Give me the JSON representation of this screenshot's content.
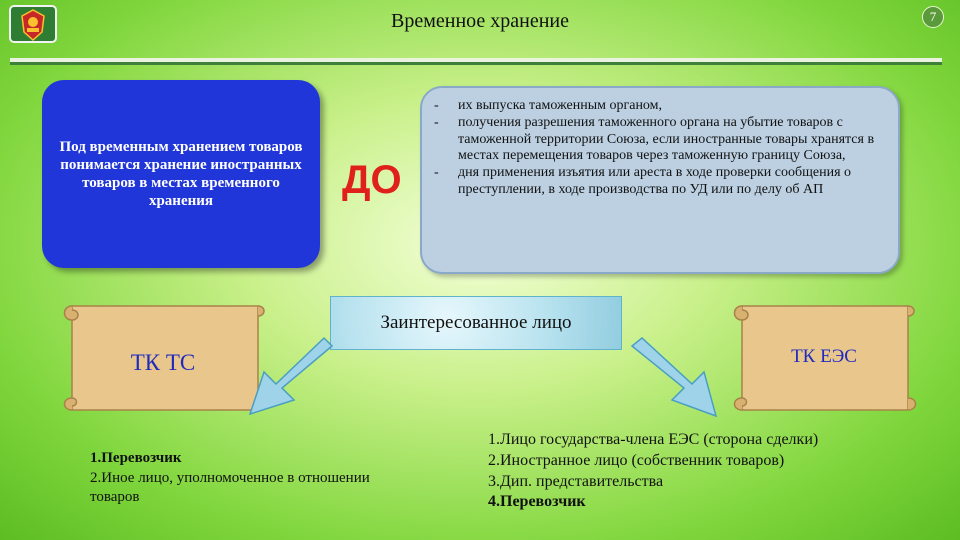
{
  "slide": {
    "title": "Временное хранение",
    "page_number": "7"
  },
  "definition": {
    "text": "Под временным хранением товаров понимается хранение иностранных товаров в местах временного хранения"
  },
  "until_label": "ДО",
  "conditions": {
    "dash": "-",
    "items": [
      "их выпуска таможенным органом,",
      "получения разрешения таможенного органа на убытие товаров с таможенной территории Союза, если иностранные товары хранятся в местах перемещения товаров через таможенную границу Союза,",
      "дня применения изъятия или ареста в ходе проверки сообщения о преступлении, в ходе производства по УД или по делу об АП"
    ]
  },
  "interested_person": "Заинтересованное лицо",
  "tk_ts": {
    "label": "ТК ТС",
    "items": [
      "1.Перевозчик",
      "2.Иное лицо, уполномоченное в отношении товаров"
    ]
  },
  "tk_eaes": {
    "label": "ТК ЕЭС",
    "items": [
      "1.Лицо государства-члена  ЕЭС (сторона сделки)",
      "2.Иностранное лицо (собственник товаров)",
      "3.Дип. представительства",
      "4.Перевозчик"
    ]
  },
  "icons": {
    "emblem": "customs-emblem-icon",
    "arrow_left": "arrow-down-left-icon",
    "arrow_right": "arrow-down-right-icon"
  },
  "colors": {
    "definition_bg": "#2036d8",
    "until_red": "#e0201a",
    "conditions_bg": "#bcd0e2",
    "scroll_label_blue": "#1f2bbf",
    "arrow_blue": "#9fd3ea"
  }
}
